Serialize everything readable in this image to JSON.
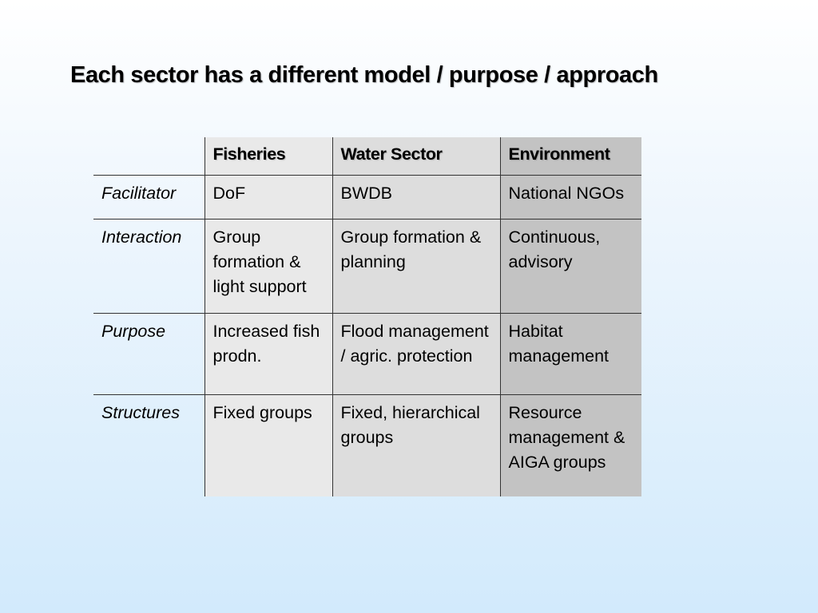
{
  "slide": {
    "title": "Each sector has a different model / purpose / approach"
  },
  "table": {
    "headers": [
      "",
      "Fisheries",
      "Water Sector",
      "Environment"
    ],
    "rows": [
      {
        "label": "Facilitator",
        "fisheries": "DoF",
        "water": "BWDB",
        "environment": "National NGOs"
      },
      {
        "label": "Interaction",
        "fisheries": "Group formation & light support",
        "water": "Group formation & planning",
        "environment": "Continuous, advisory"
      },
      {
        "label": "Purpose",
        "fisheries": "Increased fish prodn.",
        "water": "Flood management / agric. protection",
        "environment": "Habitat management"
      },
      {
        "label": "Structures",
        "fisheries": "Fixed groups",
        "water": "Fixed, hierarchical groups",
        "environment": "Resource management & AIGA groups"
      }
    ]
  },
  "colors": {
    "fisheries_column": "#e9e9e9",
    "water_column": "#dddddd",
    "environment_column": "#c3c3c3",
    "background_top": "#ffffff",
    "background_bottom": "#d2eafc"
  }
}
